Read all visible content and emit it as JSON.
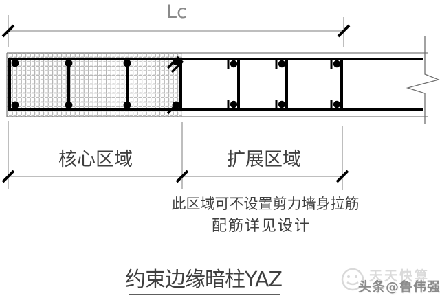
{
  "diagram": {
    "top_dimension_label": "Lc",
    "core_region_label": "核心区域",
    "extended_region_label": "扩展区域",
    "note_line1": "此区域可不设置剪力墙身拉筋",
    "note_line2": "配筋详见设计",
    "title": "约束边缘暗柱YAZ"
  },
  "watermark": {
    "brand": "天天快算",
    "credit": "头条@鲁伟强"
  },
  "colors": {
    "background": "#ffffff",
    "thin_line": "#7d7d7d",
    "thick_line": "#000000",
    "hatch_line": "#a5a5a5",
    "label_text": "#3f3f3f",
    "dimension_text": "#8a8a8a",
    "watermark_brand": "#dadada",
    "watermark_credit": "#8a8a8a"
  }
}
